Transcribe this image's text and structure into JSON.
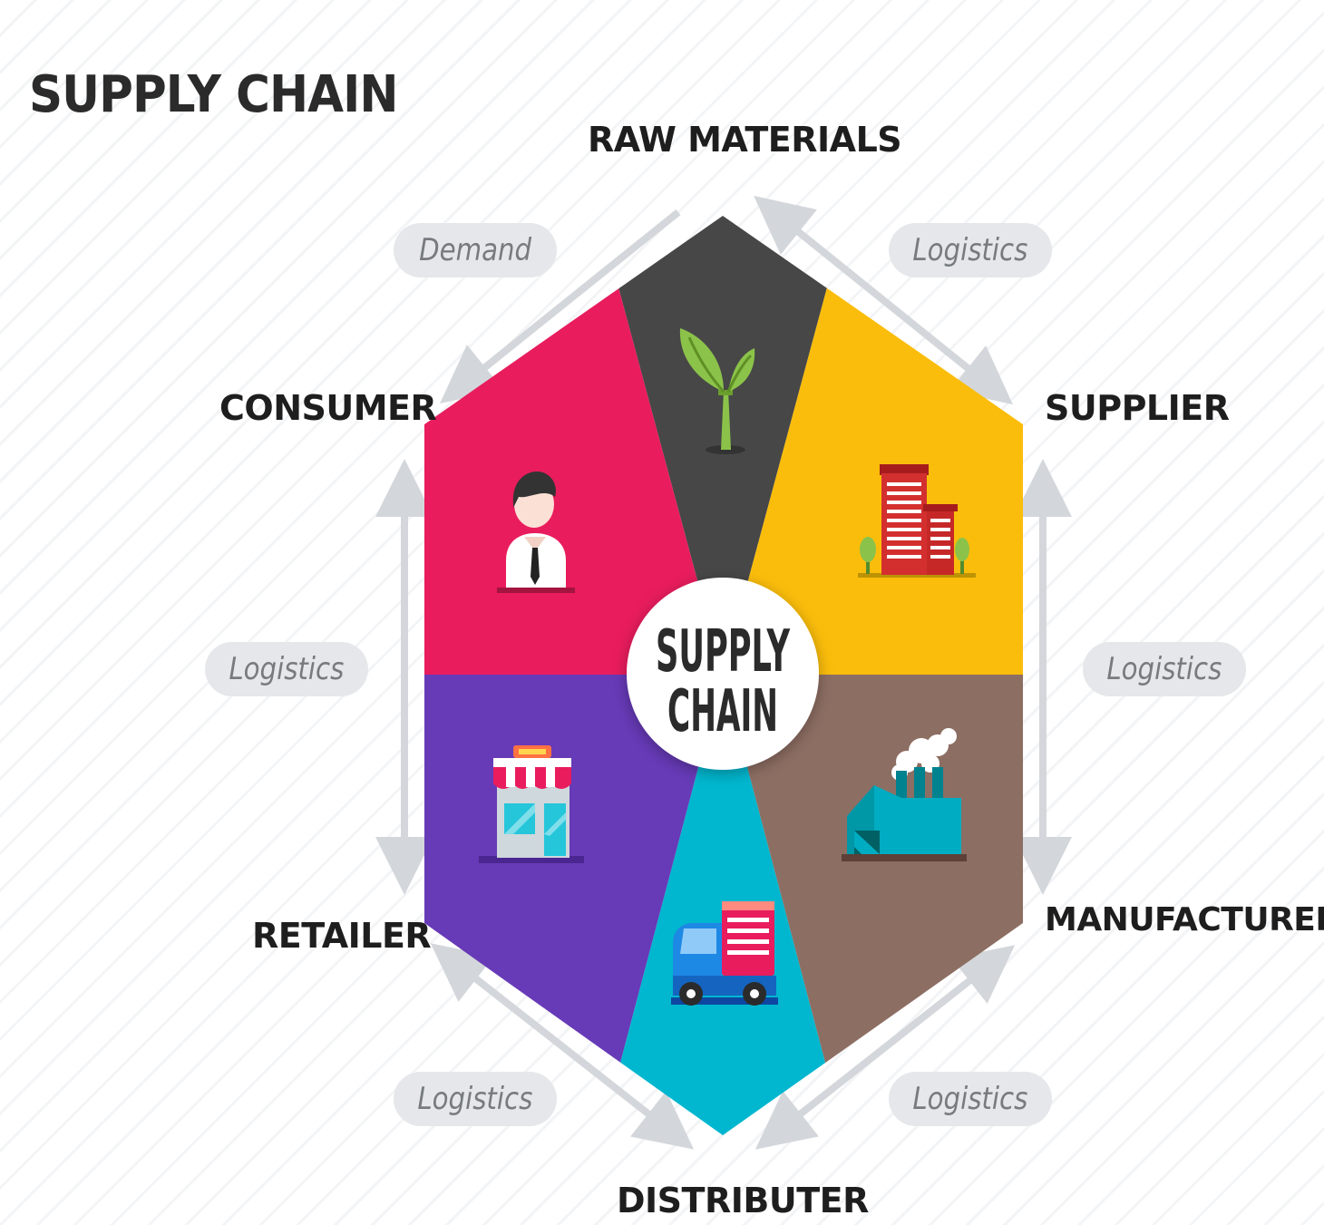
{
  "title": "SUPPLY CHAIN",
  "center_label": {
    "line1": "SUPPLY",
    "line2": "CHAIN"
  },
  "stages": {
    "raw_materials": "RAW MATERIALS",
    "supplier": "SUPPLIER",
    "manufacturer": "MANUFACTURER",
    "distributer": "DISTRIBUTER",
    "retailer": "RETAILER",
    "consumer": "CONSUMER"
  },
  "flows": {
    "top_left": "Demand",
    "top_right": "Logistics",
    "right": "Logistics",
    "bottom_right": "Logistics",
    "bottom_left": "Logistics",
    "left": "Logistics"
  },
  "colors": {
    "raw_materials": "#474747",
    "supplier": "#fbbd0b",
    "manufacturer": "#8d6e63",
    "distributer": "#00b7cf",
    "retailer": "#673ab7",
    "consumer": "#e91c5d"
  },
  "icons": {
    "raw_materials": "plant-icon",
    "supplier": "building-icon",
    "manufacturer": "factory-icon",
    "distributer": "truck-icon",
    "retailer": "shop-icon",
    "consumer": "person-icon"
  }
}
